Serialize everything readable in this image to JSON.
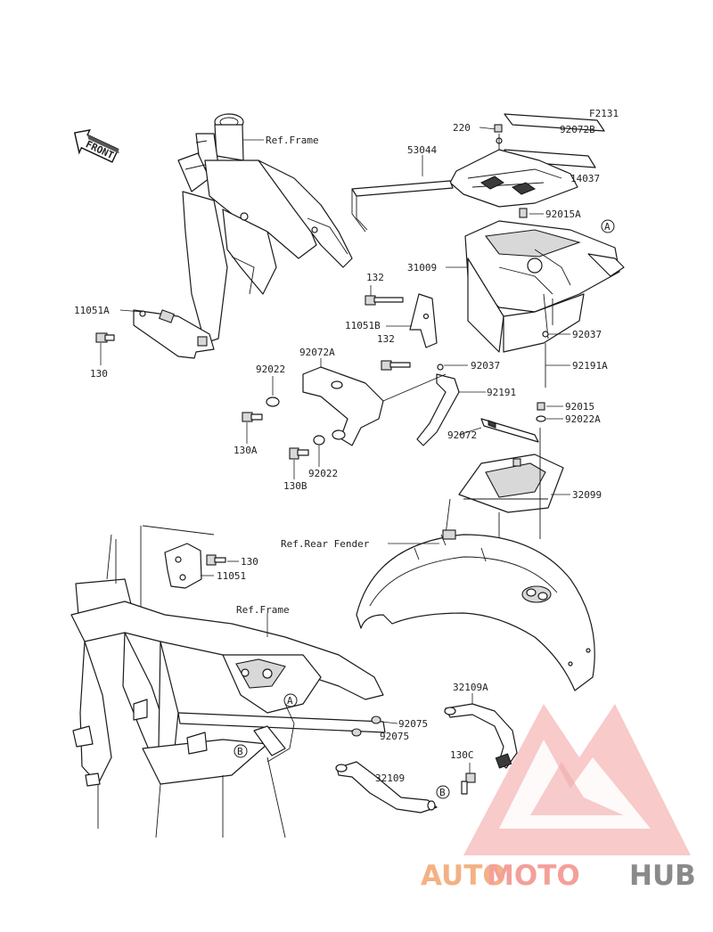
{
  "figure_code": "F2131",
  "front_label": "FRONT",
  "callouts": {
    "ref_frame_top": "Ref.Frame",
    "ref_frame_bottom": "Ref.Frame",
    "ref_rear_fender": "Ref.Rear Fender",
    "p220": "220",
    "p92072B": "92072B",
    "p53044": "53044",
    "p14037": "14037",
    "p92015A": "92015A",
    "p31009": "31009",
    "p132a": "132",
    "p11051B": "11051B",
    "p132b": "132",
    "p11051A": "11051A",
    "p130a": "130",
    "p92072A": "92072A",
    "p92022a": "92022",
    "p130A": "130A",
    "p130B": "130B",
    "p92022b": "92022",
    "p92037a": "92037",
    "p92037b": "92037",
    "p92191A": "92191A",
    "p92191": "92191",
    "p92015": "92015",
    "p92022A": "92022A",
    "p92072": "92072",
    "p32099": "32099",
    "p130b": "130",
    "p11051": "11051",
    "p32109A": "32109A",
    "p92075a": "92075",
    "p92075b": "92075",
    "p130C": "130C",
    "p32109": "32109"
  },
  "circle_letters": {
    "a_top": "A",
    "a_frame": "A",
    "b_frame": "B",
    "b_bottom": "B"
  },
  "watermark": {
    "part1": "AUTO",
    "part2": "MOTO",
    "part3": "HUB",
    "color1": "#f4b183",
    "color2": "#f4a09a",
    "color3": "#8a8a8a",
    "logo_color": "#ef8f8f"
  }
}
